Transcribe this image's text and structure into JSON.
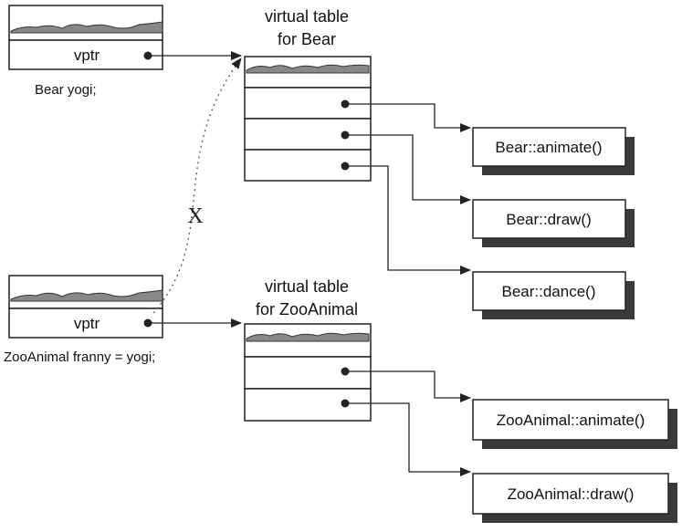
{
  "objects": {
    "bear": {
      "field": "vptr",
      "caption": "Bear yogi;"
    },
    "zooanimal": {
      "field": "vptr",
      "caption": "ZooAnimal franny = yogi;"
    }
  },
  "tables": {
    "bear": {
      "title_line1": "virtual table",
      "title_line2": "for Bear"
    },
    "zooanimal": {
      "title_line1": "virtual table",
      "title_line2": "for ZooAnimal"
    }
  },
  "functions": {
    "bear_animate": "Bear::animate()",
    "bear_draw": "Bear::draw()",
    "bear_dance": "Bear::dance()",
    "zoo_animate": "ZooAnimal::animate()",
    "zoo_draw": "ZooAnimal::draw()"
  },
  "rejected_link_mark": "X",
  "colors": {
    "line": "#222222",
    "shadow": "#3a3a3a",
    "box_fill": "#ffffff"
  }
}
